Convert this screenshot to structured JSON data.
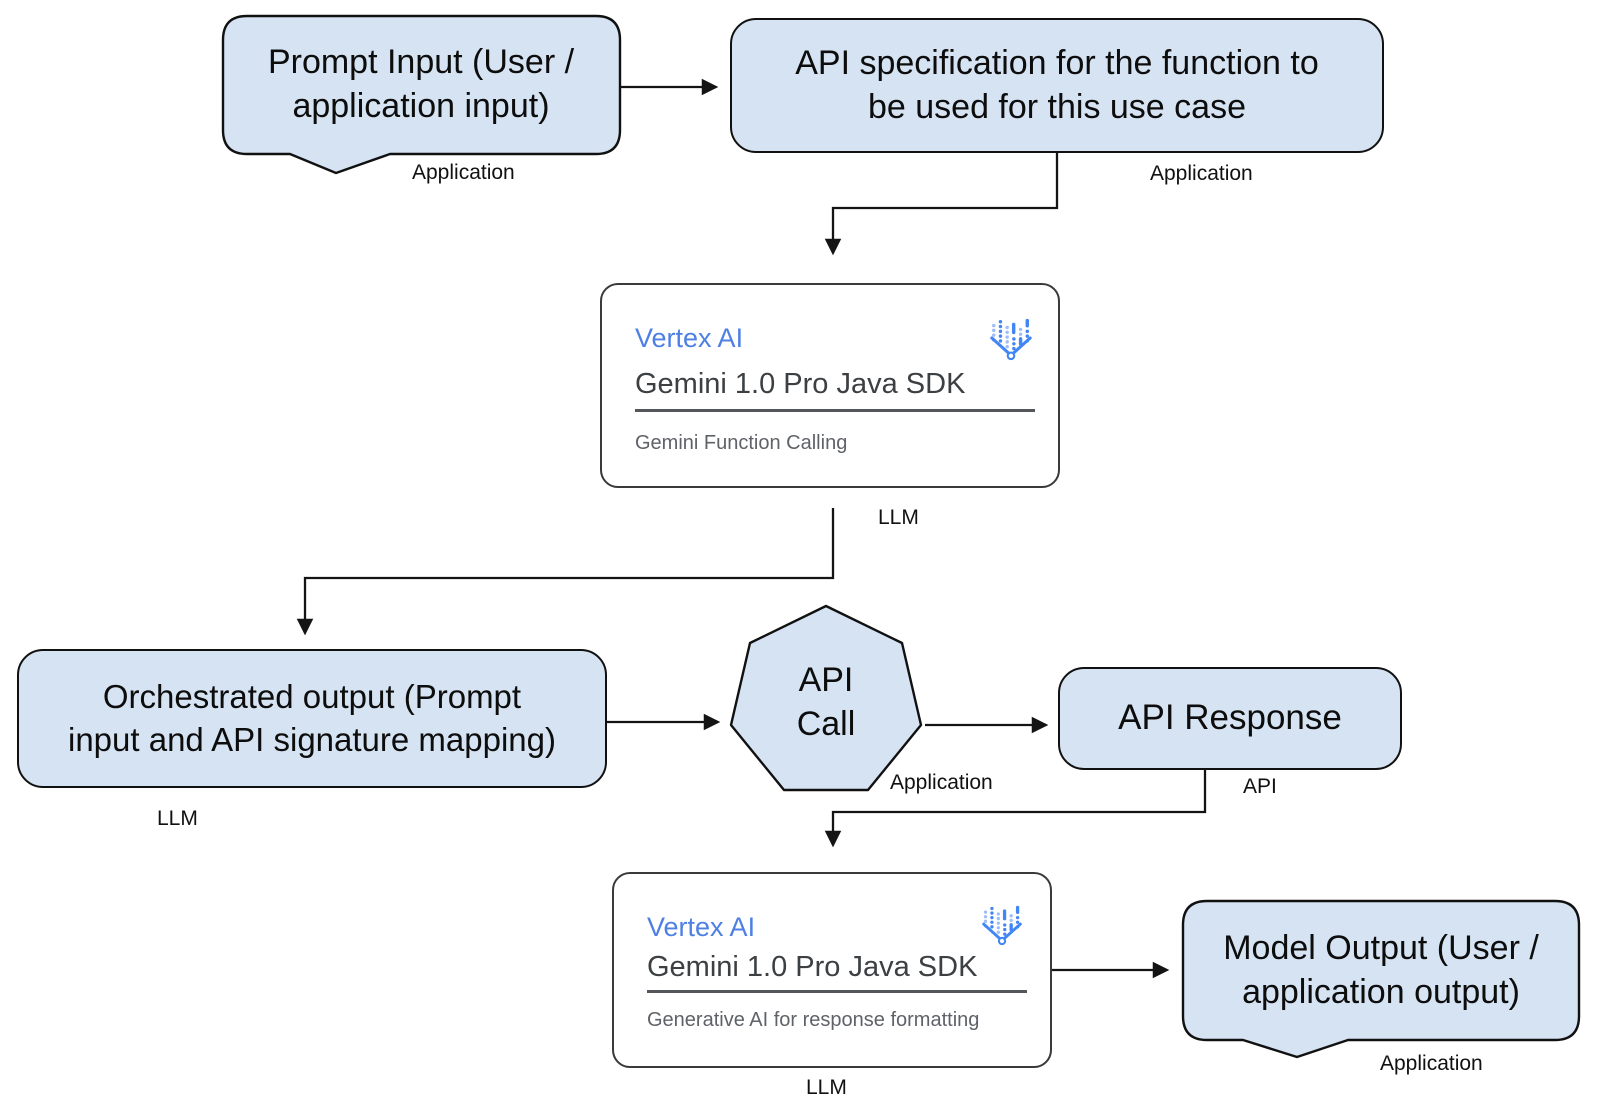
{
  "colors": {
    "node_fill": "#d5e3f2",
    "node_border": "#111111",
    "card_fill": "#ffffff",
    "card_border": "#3a3a3a",
    "vertex_blue": "#4e80e3",
    "icon_blue": "#4285f4",
    "icon_blue_light": "#9fbdf7",
    "sdk_text": "#3c4043",
    "muted_text": "#5f6368",
    "connector": "#141414"
  },
  "nodes": {
    "prompt_input": {
      "label": "Prompt Input (User /\napplication input)",
      "tag": "Application"
    },
    "api_spec": {
      "label": "API specification for the function to\nbe used for this use case",
      "tag": "Application"
    },
    "llm_function_calling": {
      "product": "Vertex AI",
      "sdk": "Gemini 1.0 Pro Java SDK",
      "feature": "Gemini Function Calling",
      "icon": "vertex-ai-logo",
      "tag": "LLM"
    },
    "orchestrated_output": {
      "label": "Orchestrated output (Prompt\ninput and API signature mapping)",
      "tag": "LLM"
    },
    "api_call": {
      "label": "API\nCall",
      "tag": "Application"
    },
    "api_response": {
      "label": "API Response",
      "tag": "API"
    },
    "llm_response_formatting": {
      "product": "Vertex AI",
      "sdk": "Gemini 1.0 Pro Java SDK",
      "feature": "Generative AI for response formatting",
      "icon": "vertex-ai-logo",
      "tag": "LLM"
    },
    "model_output": {
      "label": "Model Output (User /\napplication output)",
      "tag": "Application"
    }
  }
}
